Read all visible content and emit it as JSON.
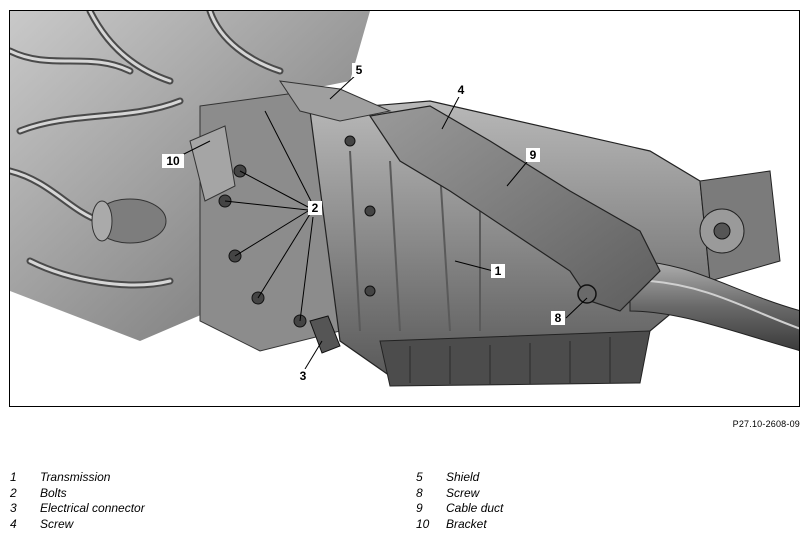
{
  "figure": {
    "id": "P27.10-2608-09",
    "callouts": [
      "1",
      "2",
      "3",
      "4",
      "5",
      "8",
      "9",
      "10"
    ]
  },
  "legend": {
    "left": [
      {
        "num": "1",
        "label": "Transmission"
      },
      {
        "num": "2",
        "label": "Bolts"
      },
      {
        "num": "3",
        "label": "Electrical connector"
      },
      {
        "num": "4",
        "label": "Screw"
      }
    ],
    "right": [
      {
        "num": "5",
        "label": "Shield"
      },
      {
        "num": "8",
        "label": "Screw"
      },
      {
        "num": "9",
        "label": "Cable duct"
      },
      {
        "num": "10",
        "label": "Bracket"
      }
    ]
  }
}
